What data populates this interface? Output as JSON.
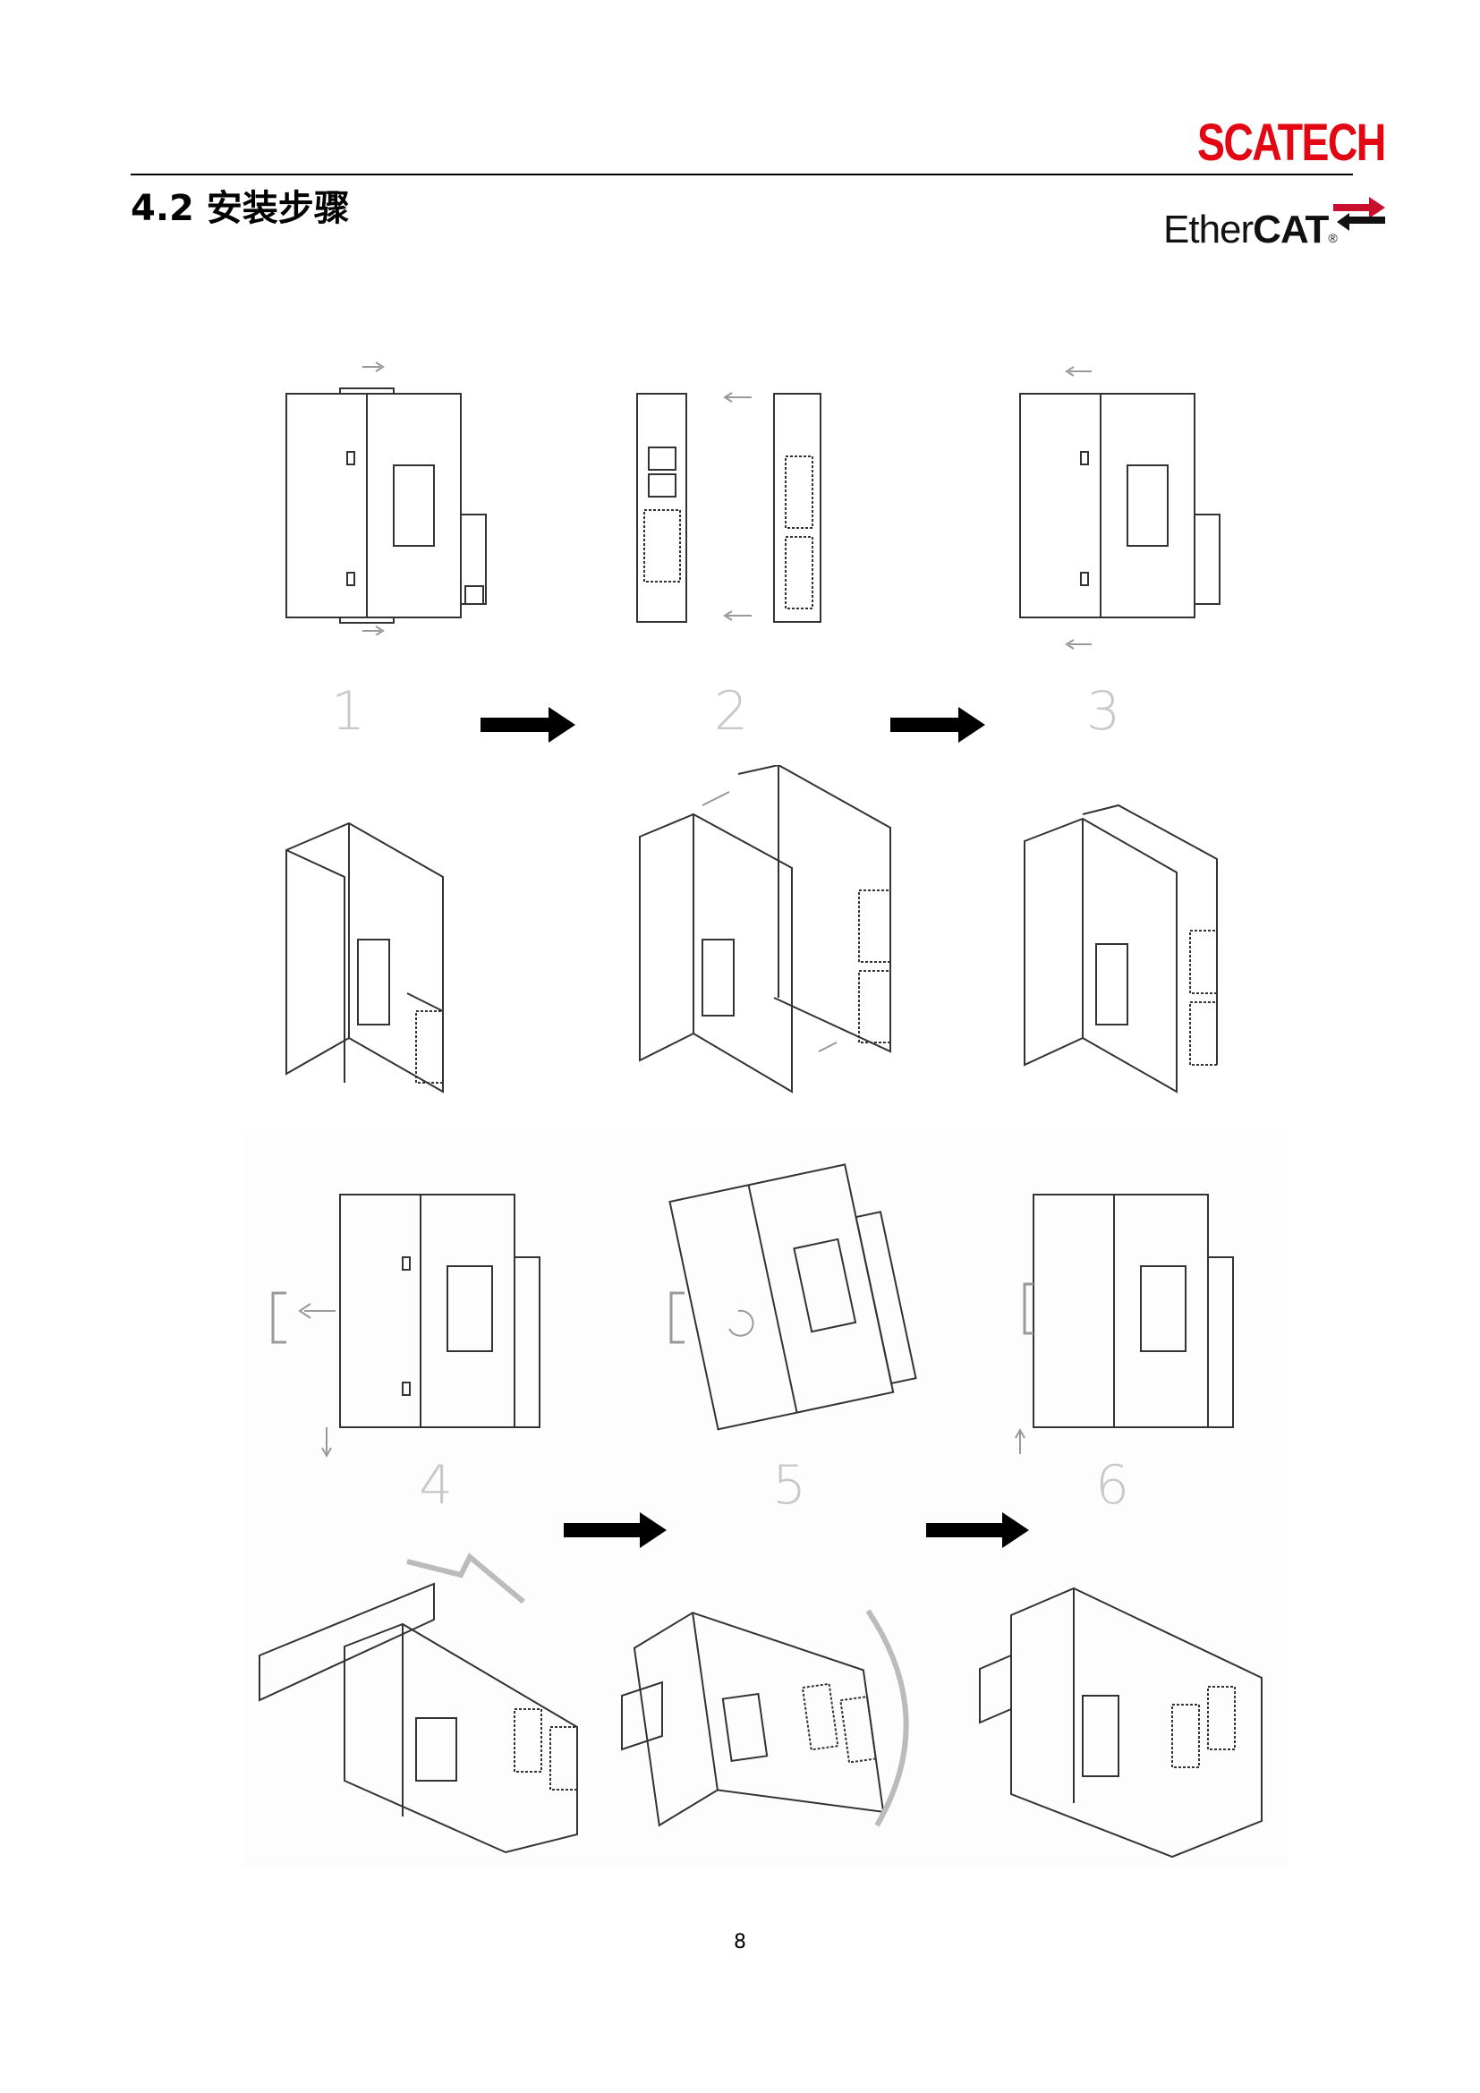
{
  "header": {
    "brand_logo": "SCATECH",
    "section_title": "4.2 安装步骤",
    "ethercat_logo": {
      "light": "Ether",
      "bold": "CAT",
      "mark": "®"
    },
    "brand_color": "#e30613"
  },
  "steps": [
    {
      "number": "1"
    },
    {
      "number": "2"
    },
    {
      "number": "3"
    },
    {
      "number": "4"
    },
    {
      "number": "5"
    },
    {
      "number": "6"
    }
  ],
  "footer": {
    "page_number": "8"
  }
}
